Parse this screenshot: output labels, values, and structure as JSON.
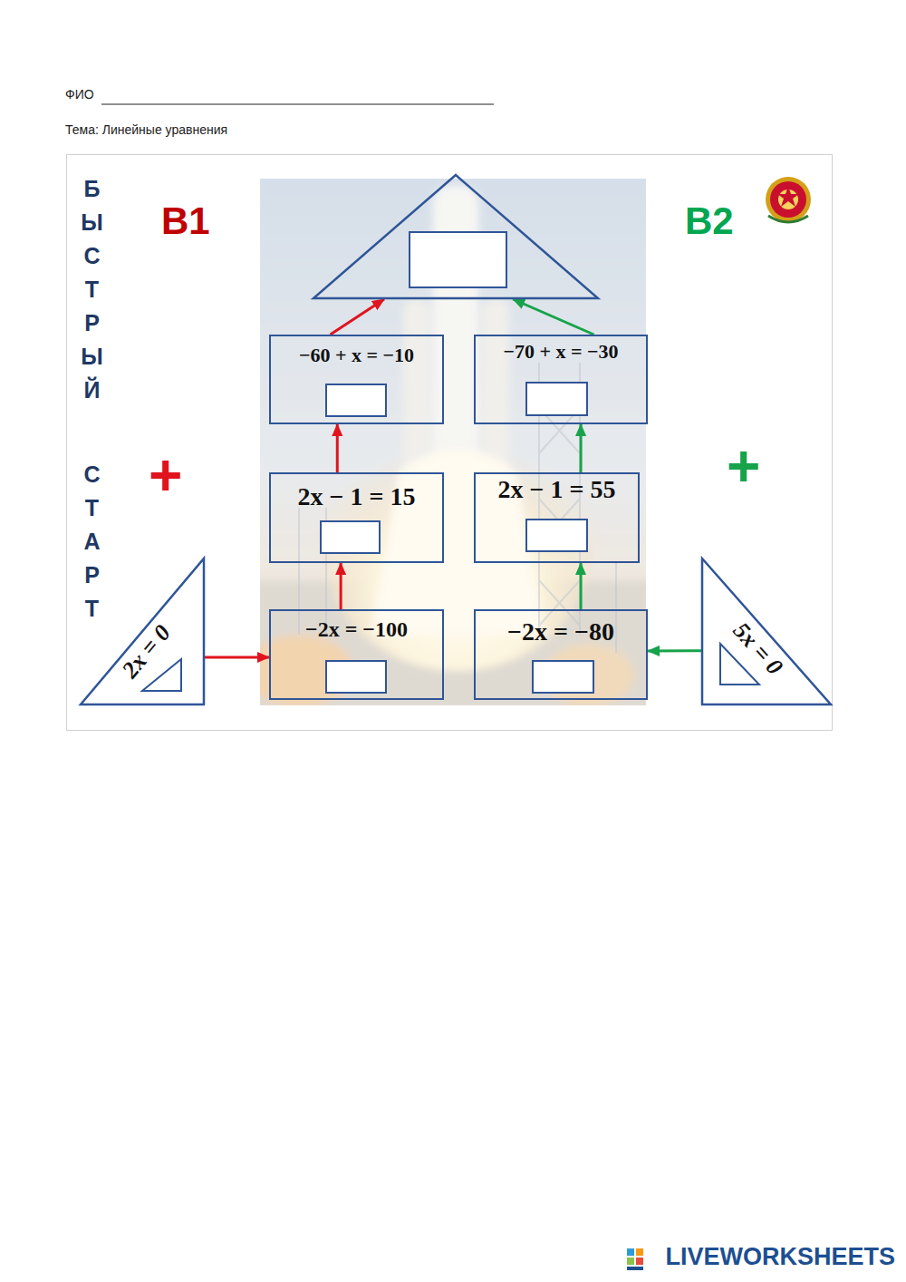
{
  "diagram": {
    "nodes": [
      {
        "text": []
      },
      {
        "text": [
          "−60 + x = −10"
        ]
      },
      {
        "text": [
          "−70 + x = −30"
        ]
      },
      {
        "text": [
          "2x − 1 = 15"
        ]
      },
      {
        "text": [
          "2x − 1 = 55"
        ]
      },
      {
        "text": [
          "−2x = −100"
        ]
      },
      {
        "text": [
          "−2x = −80"
        ]
      },
      {
        "text": [
          "2x = 0"
        ]
      },
      {
        "text": [
          "5x = 0"
        ]
      }
    ],
    "edges": [
      {
        "from": 7,
        "to": 5,
        "arrow": "to"
      },
      {
        "from": 5,
        "to": 3,
        "arrow": "to"
      },
      {
        "from": 3,
        "to": 1,
        "arrow": "to"
      },
      {
        "from": 1,
        "to": 0,
        "arrow": "to"
      },
      {
        "from": 8,
        "to": 6,
        "arrow": "to"
      },
      {
        "from": 6,
        "to": 4,
        "arrow": "to"
      },
      {
        "from": 4,
        "to": 2,
        "arrow": "to"
      },
      {
        "from": 2,
        "to": 0,
        "arrow": "to"
      }
    ],
    "labels": [
      "ФИО",
      "Тема: Линейные уравнения",
      "БЫСТРЫЙ",
      "СТАРТ",
      "В1",
      "В2",
      "+",
      "+",
      "LIVEWORKSHEETS"
    ]
  }
}
